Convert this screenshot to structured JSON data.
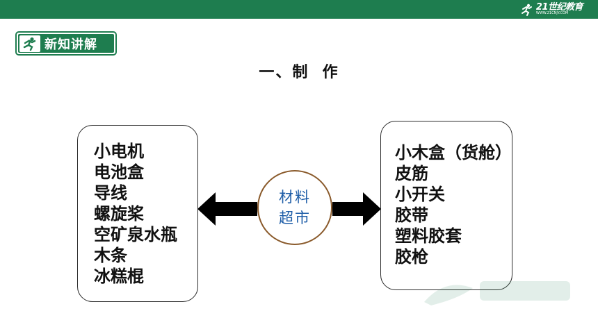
{
  "header": {
    "brand_text": "21世纪教育",
    "brand_url": "WWW.21CNJY.COM",
    "bar_color": "#1e7d4f"
  },
  "section_badge": {
    "label": "新知讲解",
    "icon": "runner-icon"
  },
  "title": "一、制  作",
  "left_box": {
    "items": [
      "小电机",
      "电池盒",
      "导线",
      "螺旋桨",
      "空矿泉水瓶",
      "木条",
      "冰糕棍"
    ]
  },
  "center": {
    "line1": "材料",
    "line2": "超市",
    "text_color": "#1f5ea8",
    "border_color": "#8a5a2b"
  },
  "right_box": {
    "items": [
      "小木盒（货舱）",
      "皮筋",
      "小开关",
      "胶带",
      "塑料胶套",
      "胶枪"
    ]
  },
  "arrows": {
    "left": "arrow-left-icon",
    "right": "arrow-right-icon"
  }
}
